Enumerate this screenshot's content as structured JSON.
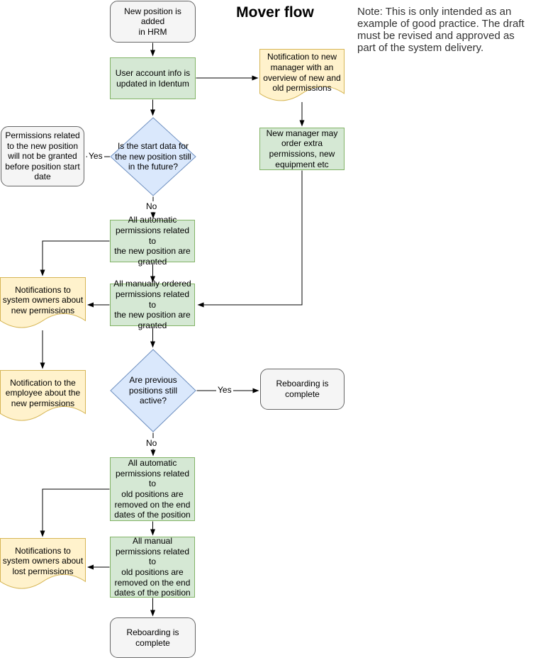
{
  "title": "Mover flow",
  "note": "Note: This is only intended as an\nexample of good practice. The draft\nmust be revised and approved as\npart of the system delivery.",
  "colors": {
    "process_fill": "#d5e8d4",
    "process_stroke": "#82b366",
    "document_fill": "#fff2cc",
    "document_stroke": "#d6b656",
    "decision_fill": "#dae8fc",
    "decision_stroke": "#6c8ebf",
    "terminator_fill": "#f5f5f5",
    "terminator_stroke": "#666666",
    "connector": "#000000"
  },
  "nodes": {
    "start": "New position is added\nin HRM",
    "update_identum": "User account info is\nupdated in Identum",
    "notify_new_manager": "Notification to new\nmanager with an\noverview of new and\nold permissions",
    "manager_order": "New manager may\norder extra\npermissions, new\nequipment etc",
    "decision_start_date": "Is the start data for\nthe new position still\nin the future?",
    "not_granted": "Permissions related\nto the new position\nwill not be granted\nbefore position start\ndate",
    "auto_new": "All automatic\npermissions related to\nthe new position are\ngranted",
    "notify_sys_new": "Notifications to\nsystem owners about\nnew permissions",
    "manual_new": "All manually ordered\npermissions related to\nthe new position are\ngranted",
    "notify_employee": "Notification to the\nemployee about the\nnew permissions",
    "decision_prev_active": "Are previous\npositions still\nactive?",
    "reboarding_right": "Reboarding is\ncomplete",
    "auto_old": "All automatic\npermissions related to\nold positions are\nremoved on the end\ndates of the position",
    "notify_sys_lost": "Notifications to\nsystem owners about\nlost permissions",
    "manual_old": "All manual\npermissions related to\nold positions are\nremoved on the end\ndates of the position",
    "reboarding_end": "Reboarding is\ncomplete"
  },
  "edge_labels": {
    "start_date_yes": "Yes",
    "start_date_no": "No",
    "prev_active_yes": "Yes",
    "prev_active_no": "No"
  }
}
